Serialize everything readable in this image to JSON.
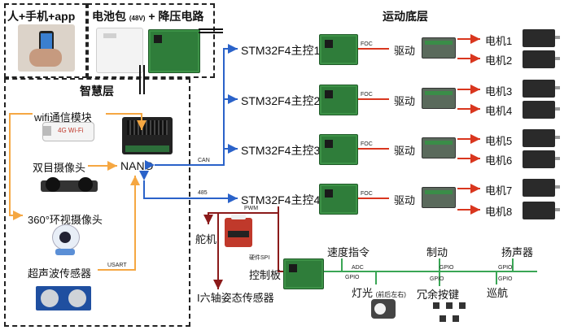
{
  "titles": {
    "human": "人+手机+app",
    "battery": "电池包",
    "battery_note": "(48V)",
    "battery_suffix": "+ 降压电路",
    "smart_layer": "智慧层",
    "motion_layer": "运动底层"
  },
  "smart_layer": {
    "wifi": "wifi通信模块",
    "stereo_cam": "双目摄像头",
    "pano_cam": "360°环视摄像头",
    "ultrasonic": "超声波传感器",
    "nano": "NANO",
    "wifi_dongle_text": "4G Wi-Fi"
  },
  "bus_labels": {
    "can": "CAN",
    "rs485": "485",
    "usart": "USART",
    "pwm": "PWM",
    "hw_spi": "硬件SPI"
  },
  "controllers": [
    {
      "label": "STM32F4主控1",
      "link": "FOC",
      "driver": "驱动",
      "motors": [
        "电机1",
        "电机2"
      ]
    },
    {
      "label": "STM32F4主控2",
      "link": "FOC",
      "driver": "驱动",
      "motors": [
        "电机3",
        "电机4"
      ]
    },
    {
      "label": "STM32F4主控3",
      "link": "FOC",
      "driver": "驱动",
      "motors": [
        "电机5",
        "电机6"
      ]
    },
    {
      "label": "STM32F4主控4",
      "link": "FOC",
      "driver": "驱动",
      "motors": [
        "电机7",
        "电机8"
      ]
    }
  ],
  "peripherals": {
    "servo": "舵机",
    "imu": "I六轴姿态传感器",
    "control_board": "控制板",
    "speed_cmd": "速度指令",
    "brake": "制动",
    "speaker": "扬声器",
    "light": "灯光",
    "light_note": "(前后左右)",
    "redundant_keys": "冗余按键",
    "cruise": "巡航",
    "adc": "ADC",
    "gpio": "GPIO"
  },
  "colors": {
    "blue": "#2a62c9",
    "orange": "#f5a742",
    "red": "#d9361e",
    "dark_red": "#8b1a1a",
    "green": "#3aa655"
  }
}
